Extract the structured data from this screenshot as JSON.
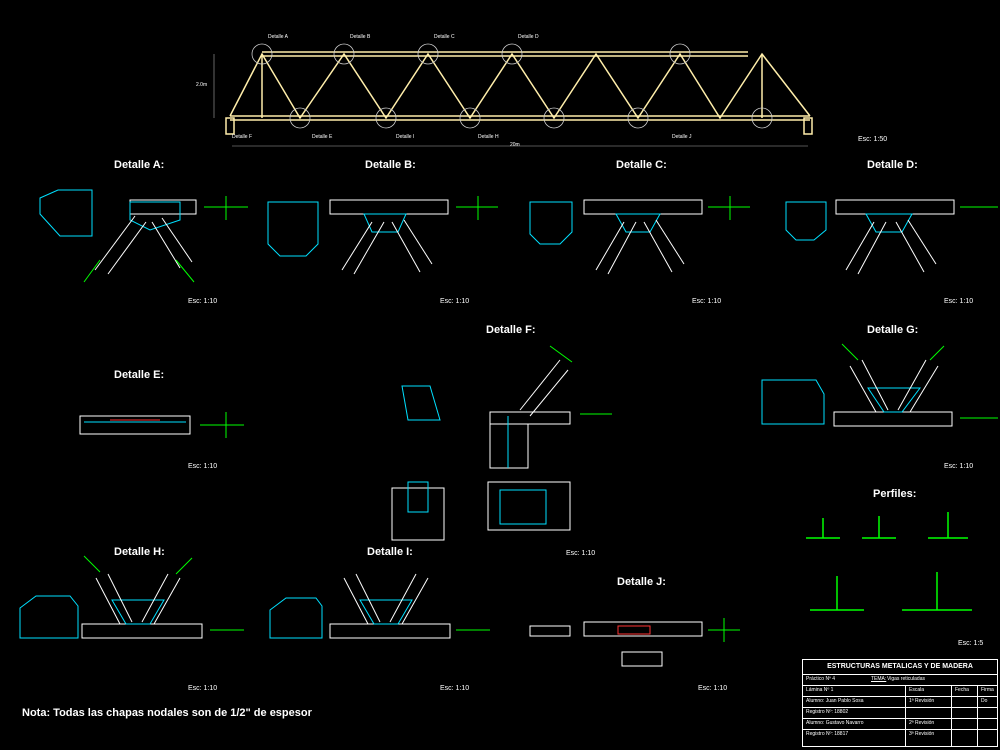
{
  "truss": {
    "top_labels": [
      "Detalle A",
      "Detalle B",
      "Detalle C",
      "Detalle D"
    ],
    "bottom_labels": [
      "Detalle F",
      "Detalle E",
      "Detalle I",
      "Detalle H",
      "Detalle J"
    ],
    "height_dim": "2.0m",
    "span_dim": "20m",
    "scale": "Esc: 1:50"
  },
  "details": {
    "A": {
      "title": "Detalle A:",
      "scale": "Esc: 1:10"
    },
    "B": {
      "title": "Detalle B:",
      "scale": "Esc: 1:10"
    },
    "C": {
      "title": "Detalle C:",
      "scale": "Esc: 1:10"
    },
    "D": {
      "title": "Detalle D:",
      "scale": "Esc: 1:10"
    },
    "E": {
      "title": "Detalle E:",
      "scale": "Esc: 1:10"
    },
    "F": {
      "title": "Detalle F:",
      "scale": "Esc: 1:10"
    },
    "G": {
      "title": "Detalle G:",
      "scale": "Esc: 1:10"
    },
    "H": {
      "title": "Detalle H:",
      "scale": "Esc: 1:10"
    },
    "I": {
      "title": "Detalle I:",
      "scale": "Esc: 1:10"
    },
    "J": {
      "title": "Detalle J:",
      "scale": "Esc: 1:10"
    }
  },
  "perfiles": {
    "title": "Perfiles:",
    "scale": "Esc: 1:5"
  },
  "note": "Nota: Todas las chapas nodales son de 1/2\" de espesor",
  "title_block": {
    "header": "ESTRUCTURAS METALICAS Y DE MADERA",
    "practico": "Práctico Nº 4",
    "tema_label": "TEMA:",
    "tema": "Vigas reticuladas",
    "lamina": "Lámina Nº 1",
    "escala": "Escala",
    "fecha": "Fecha",
    "firma": "Firma Do",
    "alumno1": "Alumno: Juan Pablo Sosa",
    "registro1": "Registro Nº: 18802",
    "alumno2": "Alumno: Gustavo Navarro",
    "registro2": "Registro Nº: 18817",
    "rev1": "1ª Revisión",
    "rev2": "2ª Revisión",
    "rev3": "3ª Revisión"
  },
  "colors": {
    "background": "#000000",
    "line": "#ffffff",
    "plate": "#00ffff",
    "weld": "#00ff00",
    "member": "#ffff99",
    "accent": "#ff3333"
  }
}
